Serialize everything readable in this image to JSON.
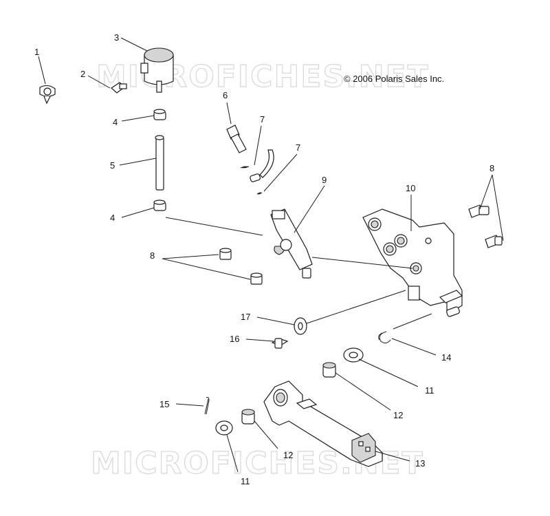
{
  "watermark": "MICROFICHES.NET",
  "copyright": "© 2006 Polaris Sales Inc.",
  "callouts": [
    "1",
    "2",
    "3",
    "4",
    "5",
    "4",
    "6",
    "7",
    "7",
    "8",
    "9",
    "10",
    "8",
    "17",
    "16",
    "14",
    "11",
    "15",
    "12",
    "12",
    "13",
    "11"
  ]
}
